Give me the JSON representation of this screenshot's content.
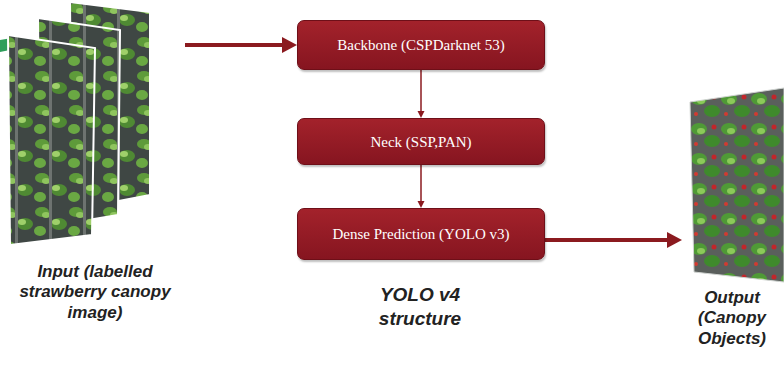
{
  "diagram": {
    "nodes": [
      {
        "text": [
          "Input (labelled strawberry canopy image)"
        ]
      },
      {
        "text": [
          "Backbone (CSPDarknet 53)"
        ]
      },
      {
        "text": [
          "Neck (SSP,PAN)"
        ]
      },
      {
        "text": [
          "Dense Prediction (YOLO v3)"
        ]
      },
      {
        "text": [
          "Output (Canopy Objects)"
        ]
      }
    ],
    "edges": [
      {
        "from": 0,
        "to": 1,
        "arrow": "to"
      },
      {
        "from": 1,
        "to": 2,
        "arrow": "to"
      },
      {
        "from": 2,
        "to": 3,
        "arrow": "to"
      },
      {
        "from": 3,
        "to": 4,
        "arrow": "to"
      }
    ],
    "labels": [
      "YOLO v4 structure"
    ]
  }
}
